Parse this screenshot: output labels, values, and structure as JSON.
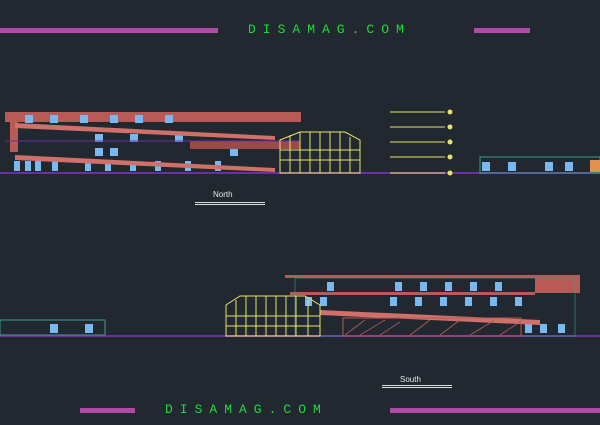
{
  "watermark_top": "DISAMAG.COM",
  "watermark_bottom": "DISAMAG.COM",
  "north_label": "North",
  "south_label": "South",
  "colors": {
    "background": "#212830",
    "watermark": "#1fdc3a",
    "bar": "#b04aa6",
    "structure": "#b85a56",
    "glazing": "#e8e46a",
    "window": "#7ab8f0",
    "ground": "#6a2fa0",
    "outline": "#3aa08a"
  },
  "level_marker_count": 5
}
